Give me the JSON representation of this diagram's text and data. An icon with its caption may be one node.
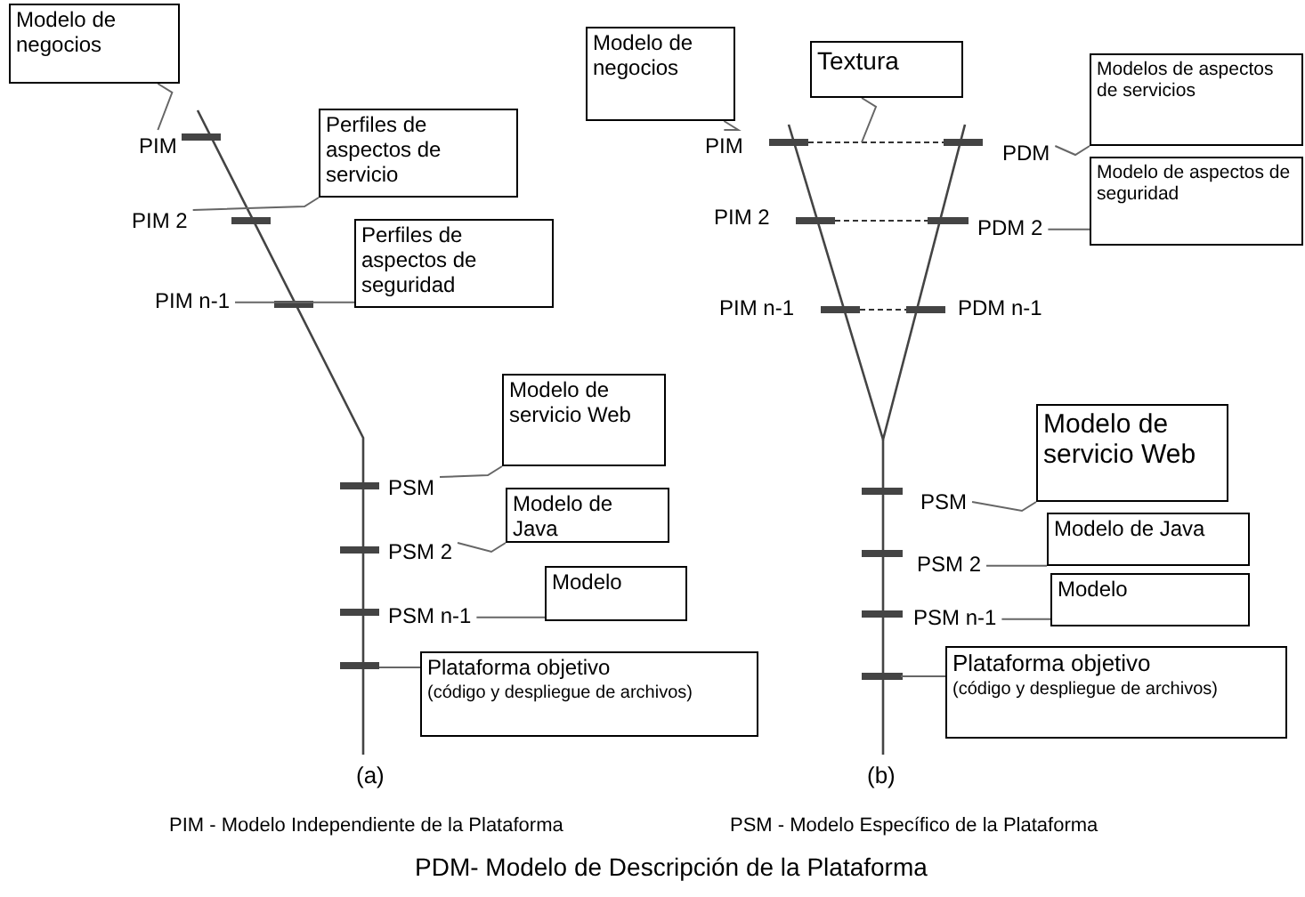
{
  "diagram": {
    "nodes": [
      {
        "text": [
          "Modelo de negocios"
        ]
      },
      {
        "text": [
          "PIM"
        ]
      },
      {
        "text": [
          "Perfiles de aspectos de servicio"
        ]
      },
      {
        "text": [
          "PIM 2"
        ]
      },
      {
        "text": [
          "Perfiles de aspectos de seguridad"
        ]
      },
      {
        "text": [
          "PIM n-1"
        ]
      },
      {
        "text": [
          "Modelo de servicio Web"
        ]
      },
      {
        "text": [
          "PSM"
        ]
      },
      {
        "text": [
          "Modelo de Java"
        ]
      },
      {
        "text": [
          "PSM 2"
        ]
      },
      {
        "text": [
          "Modelo"
        ]
      },
      {
        "text": [
          "PSM n-1"
        ]
      },
      {
        "text": [
          "Plataforma objetivo",
          "(código y despliegue de archivos)"
        ]
      },
      {
        "text": [
          "Modelo de negocios"
        ]
      },
      {
        "text": [
          "PIM"
        ]
      },
      {
        "text": [
          "Textura"
        ]
      },
      {
        "text": [
          "Modelos de aspectos de servicios"
        ]
      },
      {
        "text": [
          "PDM"
        ]
      },
      {
        "text": [
          "Modelo de aspectos de seguridad"
        ]
      },
      {
        "text": [
          "PIM 2"
        ]
      },
      {
        "text": [
          "PDM 2"
        ]
      },
      {
        "text": [
          "PIM n-1"
        ]
      },
      {
        "text": [
          "PDM n-1"
        ]
      },
      {
        "text": [
          "Modelo de servicio Web"
        ]
      },
      {
        "text": [
          "PSM"
        ]
      },
      {
        "text": [
          "Modelo de Java"
        ]
      },
      {
        "text": [
          "PSM 2"
        ]
      },
      {
        "text": [
          "Modelo"
        ]
      },
      {
        "text": [
          "PSM n-1"
        ]
      },
      {
        "text": [
          "Plataforma objetivo",
          "(código y despliegue de archivos)"
        ]
      }
    ],
    "edges": [
      {
        "from": 0,
        "to": 1,
        "arrow": "none"
      },
      {
        "from": 2,
        "to": 3,
        "arrow": "none"
      },
      {
        "from": 4,
        "to": 5,
        "arrow": "none"
      },
      {
        "from": 6,
        "to": 7,
        "arrow": "none"
      },
      {
        "from": 8,
        "to": 9,
        "arrow": "none"
      },
      {
        "from": 10,
        "to": 11,
        "arrow": "none"
      },
      {
        "from": 12,
        "to": null,
        "arrow": "none"
      },
      {
        "from": 13,
        "to": 14,
        "arrow": "none"
      },
      {
        "from": 15,
        "to": null,
        "arrow": "none"
      },
      {
        "from": 16,
        "to": 17,
        "arrow": "none"
      },
      {
        "from": 18,
        "to": 20,
        "arrow": "none"
      },
      {
        "from": 23,
        "to": 24,
        "arrow": "none"
      },
      {
        "from": 25,
        "to": 26,
        "arrow": "none"
      },
      {
        "from": 27,
        "to": 28,
        "arrow": "none"
      },
      {
        "from": 29,
        "to": null,
        "arrow": "none"
      }
    ],
    "labels": [
      "(a)",
      "(b)",
      "PIM - Modelo Independiente de la Plataforma",
      "PSM - Modelo Específico de la Plataforma",
      "PDM- Modelo de Descripción de la Plataforma"
    ]
  }
}
